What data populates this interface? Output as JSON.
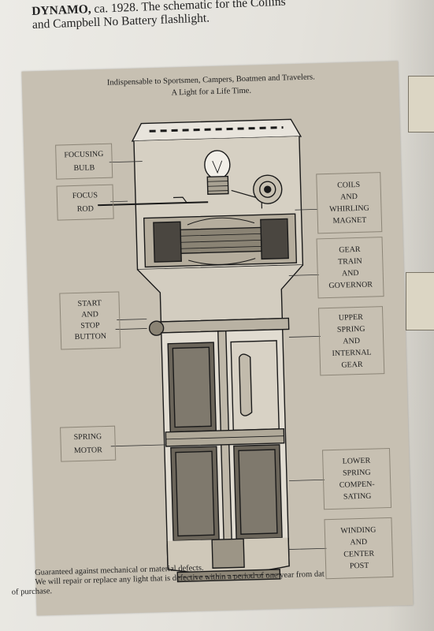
{
  "caption": {
    "title": "DYNAMO,",
    "line1": " ca. 1928. The schematic for the Collins",
    "line2": "and Campbell No Battery flashlight."
  },
  "tagline": {
    "line1": "Indispensable to Sportsmen, Campers, Boatmen and Travelers.",
    "line2": "A Light for a Life Time."
  },
  "labels_left": [
    {
      "id": "focusing-bulb",
      "lines": [
        "FOCUSING",
        "BULB"
      ]
    },
    {
      "id": "focus-rod",
      "lines": [
        "FOCUS",
        "ROD"
      ]
    },
    {
      "id": "start-stop-button",
      "lines": [
        "START",
        "AND",
        "STOP",
        "BUTTON"
      ]
    },
    {
      "id": "spring-motor",
      "lines": [
        "SPRING",
        "MOTOR"
      ]
    }
  ],
  "labels_right": [
    {
      "id": "coils-whirling-magnet",
      "lines": [
        "COILS",
        "AND",
        "WHIRLING",
        "MAGNET"
      ]
    },
    {
      "id": "gear-train-governor",
      "lines": [
        "GEAR",
        "TRAIN",
        "AND",
        "GOVERNOR"
      ]
    },
    {
      "id": "upper-spring-internal-gear",
      "lines": [
        "UPPER",
        "SPRING",
        "AND",
        "INTERNAL",
        "GEAR"
      ]
    },
    {
      "id": "lower-spring-compensating",
      "lines": [
        "LOWER",
        "SPRING",
        "COMPEN-",
        "SATING"
      ]
    },
    {
      "id": "winding-center-post",
      "lines": [
        "WINDING",
        "AND",
        "CENTER",
        "POST"
      ]
    }
  ],
  "footer": {
    "line1": "Guaranteed against mechanical or material defects.",
    "line2": "We will repair or replace any light that is defective within a period of one year from dat",
    "line3": "of purchase."
  }
}
